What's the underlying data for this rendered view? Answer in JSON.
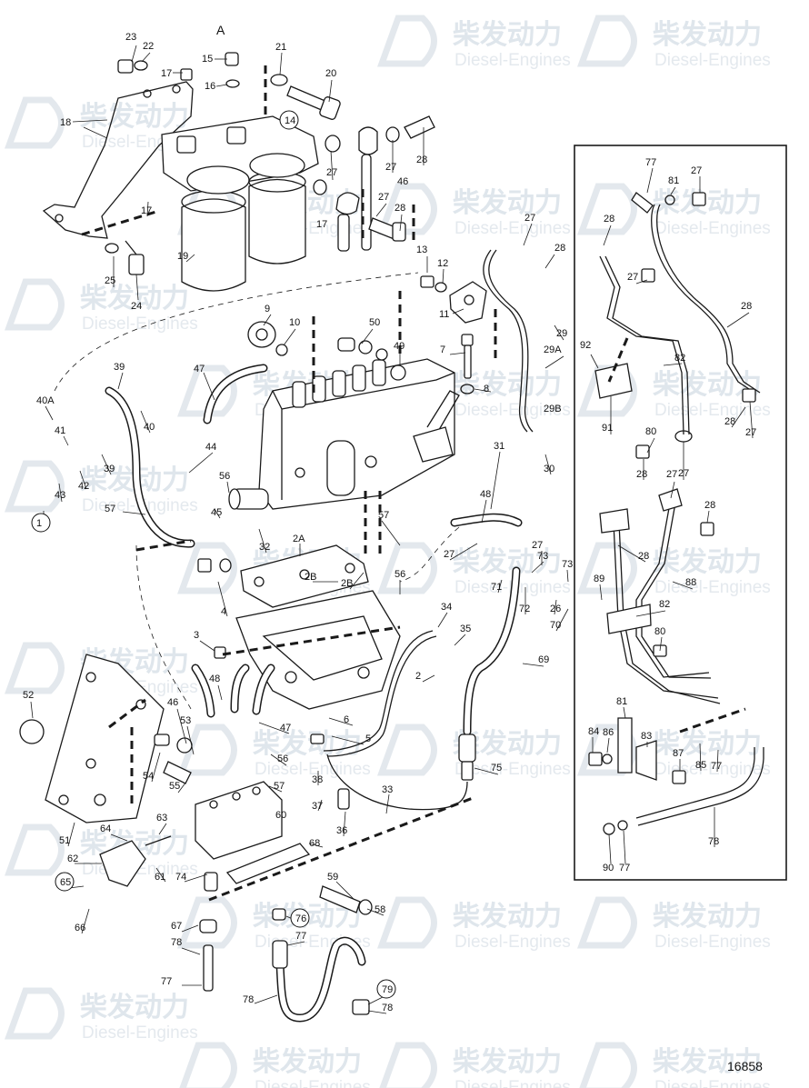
{
  "diagram": {
    "section_label": "A",
    "drawing_number": "16858",
    "watermark": {
      "brand": "柴发动力",
      "sub": "Diesel-Engines"
    },
    "labels": [
      "23",
      "22",
      "17",
      "15",
      "16",
      "21",
      "20",
      "18",
      "14",
      "27",
      "27",
      "28",
      "46",
      "27",
      "28",
      "17",
      "17",
      "19",
      "25",
      "24",
      "13",
      "12",
      "11",
      "27",
      "28",
      "9",
      "10",
      "50",
      "49",
      "7",
      "8",
      "29",
      "29A",
      "29B",
      "47",
      "39",
      "40A",
      "40",
      "41",
      "42",
      "43",
      "39",
      "1",
      "44",
      "56",
      "45",
      "57",
      "32",
      "31",
      "30",
      "48",
      "57",
      "2A",
      "2B",
      "2B",
      "4",
      "56",
      "27",
      "27",
      "71",
      "73",
      "26",
      "73",
      "70",
      "72",
      "34",
      "35",
      "3",
      "2",
      "69",
      "52",
      "48",
      "46",
      "53",
      "47",
      "54",
      "56",
      "57",
      "55",
      "5",
      "6",
      "38",
      "37",
      "36",
      "33",
      "75",
      "51",
      "64",
      "60",
      "63",
      "62",
      "61",
      "68",
      "74",
      "59",
      "58",
      "65",
      "66",
      "67",
      "78",
      "77",
      "76",
      "77",
      "78",
      "79",
      "78",
      "77",
      "27",
      "28",
      "27",
      "28",
      "92",
      "82",
      "91",
      "80",
      "81",
      "27",
      "28",
      "28",
      "27",
      "27",
      "28",
      "28",
      "88",
      "89",
      "82",
      "80",
      "81",
      "83",
      "84",
      "86",
      "87",
      "85",
      "77",
      "78",
      "90",
      "77",
      "78"
    ],
    "circled_labels": [
      "14",
      "1",
      "2",
      "60",
      "65",
      "76",
      "79",
      "90"
    ]
  }
}
